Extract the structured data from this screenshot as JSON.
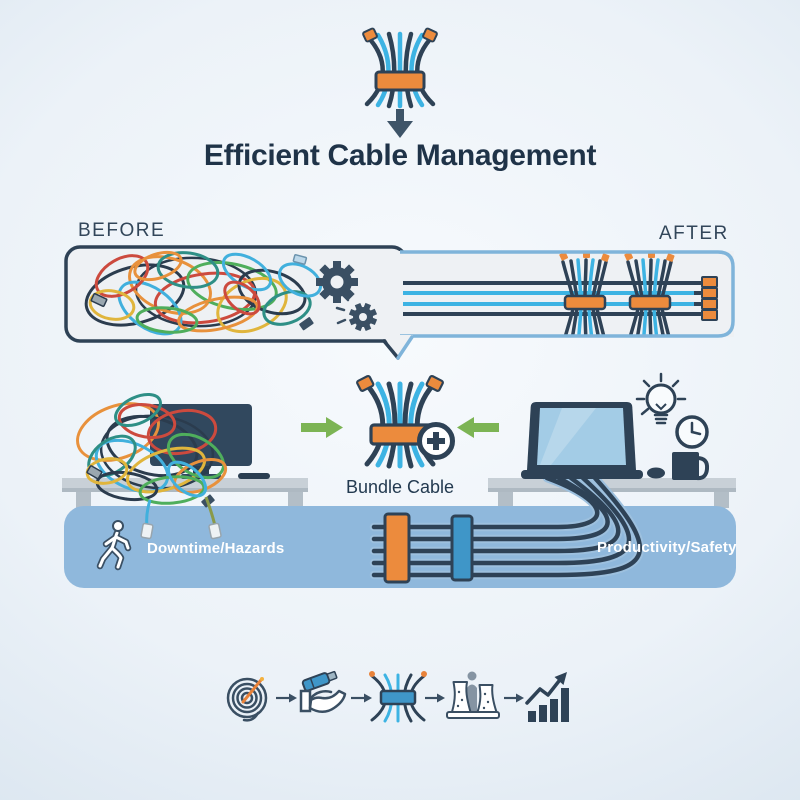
{
  "header": {
    "title": "Efficient Cable Management"
  },
  "comparison": {
    "before_label": "BEFORE",
    "after_label": "AFTER"
  },
  "scene": {
    "bundle_label": "Bundle Cable",
    "left_caption": "Downtime/Hazards",
    "right_caption": "Productivity/Safety"
  },
  "flow_steps": [
    "cable-coil",
    "hand-with-cable",
    "bundled-cable",
    "factory",
    "growth-chart"
  ],
  "colors": {
    "cable_navy": "#2e4256",
    "cable_cyan": "#3db3e3",
    "tie_orange": "#ec8b3d",
    "tie_blue": "#3f96c8",
    "arrow_green": "#7cb454",
    "panel_blue": "#8fb8dc",
    "panel_fill": "#eef1f4",
    "after_border": "#7fb4da",
    "title_text": "#1f3348",
    "caption_text": "#ffffff"
  }
}
